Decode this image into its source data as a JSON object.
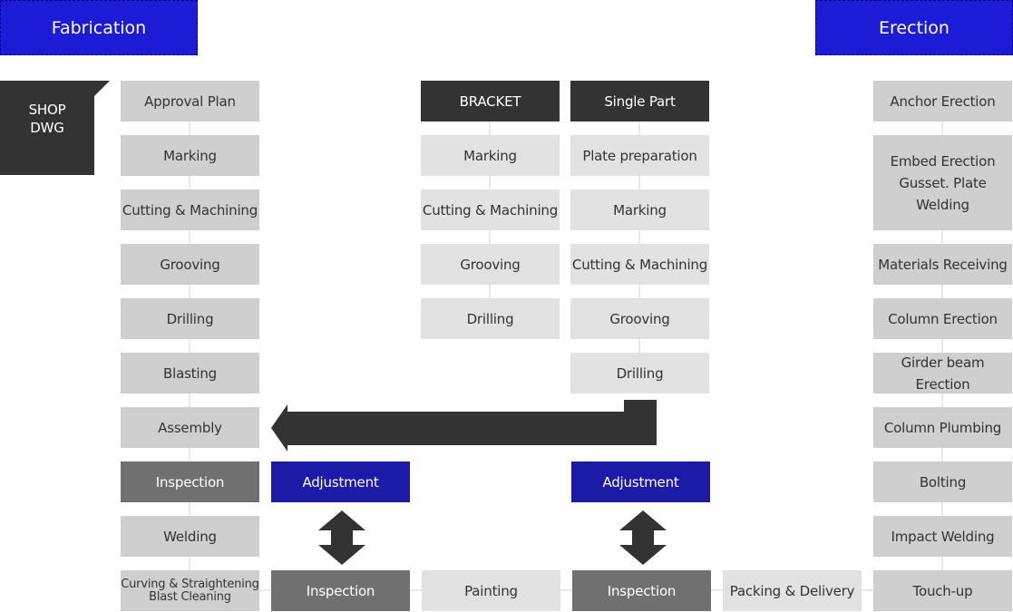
{
  "headers": {
    "fabrication": "Fabrication",
    "erection": "Erection"
  },
  "shop_dwg": "SHOP\nDWG",
  "main_column": [
    "Approval Plan",
    "Marking",
    "Cutting & Machining",
    "Grooving",
    "Drilling",
    "Blasting",
    "Assembly",
    "Inspection",
    "Welding",
    "Curving & Straightening\nBlast Cleaning"
  ],
  "bracket_column": {
    "title": "BRACKET",
    "steps": [
      "Marking",
      "Cutting & Machining",
      "Grooving",
      "Drilling"
    ]
  },
  "single_part_column": {
    "title": "Single Part",
    "steps": [
      "Plate preparation",
      "Marking",
      "Cutting & Machining",
      "Grooving",
      "Drilling"
    ]
  },
  "erection_column": [
    "Anchor Erection",
    "Embed Erection\nGusset. Plate\nWelding",
    "Materials Receiving",
    "Column Erection",
    "Girder beam Erection",
    "Column Plumbing",
    "Bolting",
    "Impact Welding",
    "Touch-up"
  ],
  "adjustment_left": "Adjustment",
  "adjustment_right": "Adjustment",
  "bottom_row": {
    "inspection_left": "Inspection",
    "painting": "Painting",
    "inspection_right": "Inspection",
    "packing": "Packing & Delivery"
  },
  "colors": {
    "header_blue": "#1c1cd6",
    "adjustment_blue": "#1b1ba8",
    "dark": "#333333",
    "inspection_gray": "#707070"
  }
}
